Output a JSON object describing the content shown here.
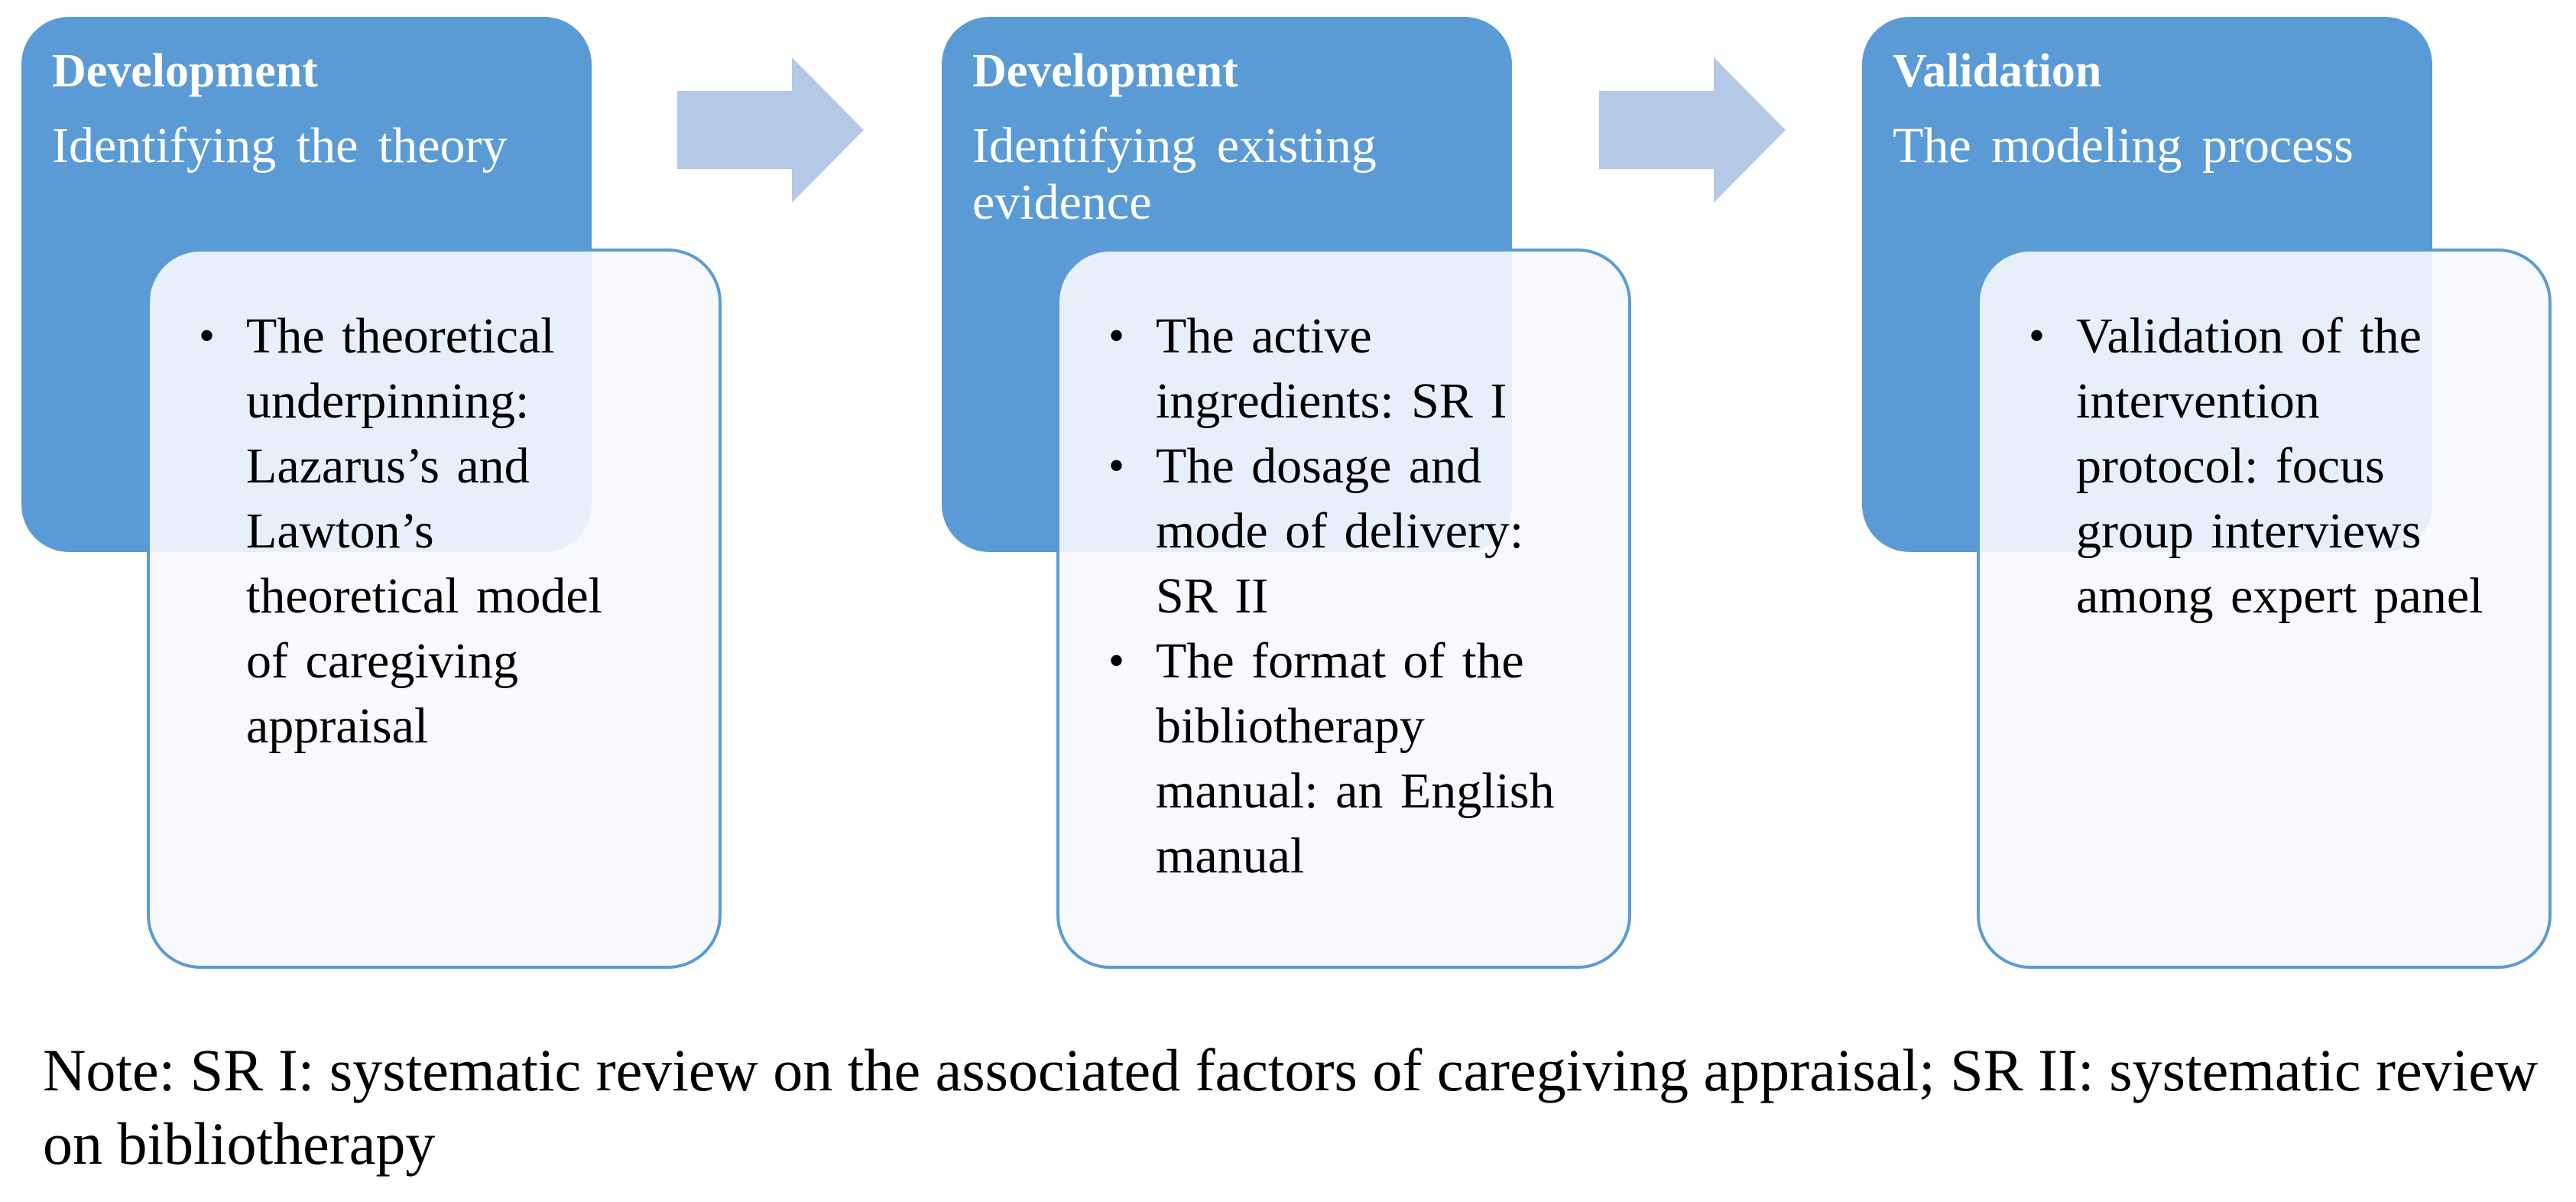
{
  "colors": {
    "header_fill": "#5b9bd5",
    "detail_fill": "#f6f8fc",
    "detail_border": "#5b9bd5",
    "arrow_fill": "#b4c8e7"
  },
  "stages": [
    {
      "phase": "Development",
      "step": "Identifying the theory",
      "items": [
        "The theoretical underpinning: Lazarus’s and Lawton’s theoretical model of caregiving appraisal"
      ]
    },
    {
      "phase": "Development",
      "step": "Identifying existing evidence",
      "items": [
        "The active ingredients: SR I",
        "The dosage and mode of delivery: SR II",
        "The format of the bibliotherapy manual: an English manual"
      ]
    },
    {
      "phase": "Validation",
      "step": "The modeling process",
      "items": [
        "Validation of the intervention protocol: focus group interviews among expert panel"
      ]
    }
  ],
  "arrows": [
    {
      "icon": "right-arrow-icon"
    },
    {
      "icon": "right-arrow-icon"
    }
  ],
  "note": "Note: SR I: systematic review on the associated factors of caregiving appraisal; SR II: systematic review on bibliotherapy"
}
